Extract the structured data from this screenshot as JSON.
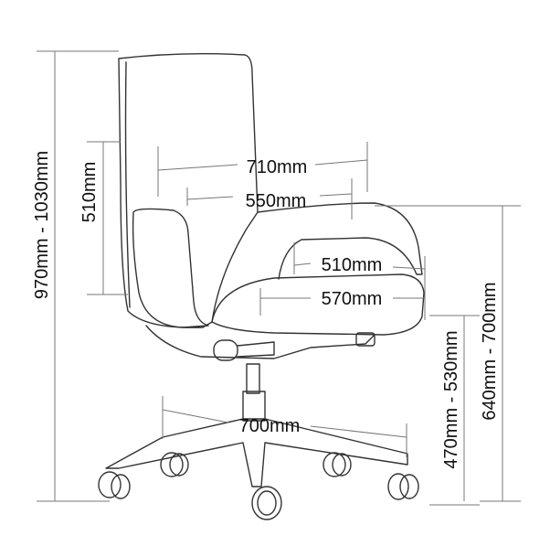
{
  "dimensions": {
    "overall_height": "970mm - 1030mm",
    "backrest_height": "510mm",
    "overall_width": "710mm",
    "inner_width": "550mm",
    "seat_depth": "510mm",
    "seat_width": "570mm",
    "base_diameter": "700mm",
    "seat_height": "470mm - 530mm",
    "armrest_height": "640mm - 700mm"
  }
}
